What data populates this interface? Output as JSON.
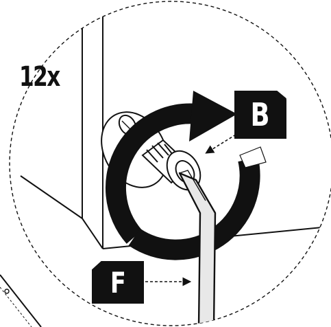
{
  "quantity_label": "12x",
  "callouts": {
    "b_label": "B",
    "f_label": "F"
  },
  "colors": {
    "ink": "#111111",
    "background": "#ffffff",
    "metal": "#e8e8e8"
  },
  "icons": {
    "rotation": "clockwise-arrow-icon",
    "tool": "hex-key-icon"
  }
}
